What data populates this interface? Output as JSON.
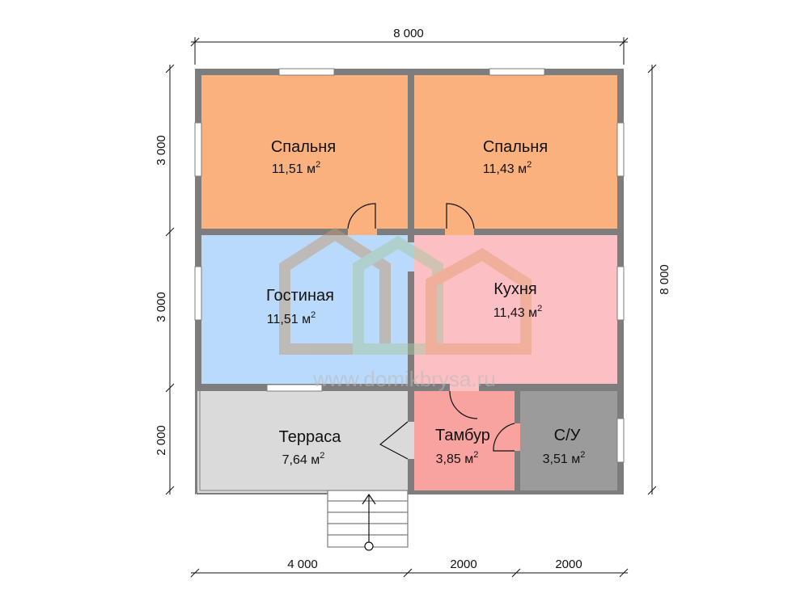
{
  "plan": {
    "dimensions": {
      "top": "8 000",
      "right": "8 000",
      "left": [
        "3 000",
        "3 000",
        "2 000"
      ],
      "bottom": [
        "4 000",
        "2000",
        "2000"
      ]
    },
    "rooms": [
      {
        "key": "bedroom1",
        "name": "Спальня",
        "area": "11,51 м",
        "unit_sup": "2",
        "color": "#FBB17E"
      },
      {
        "key": "bedroom2",
        "name": "Спальня",
        "area": "11,43 м",
        "unit_sup": "2",
        "color": "#FBB17E"
      },
      {
        "key": "living",
        "name": "Гостиная",
        "area": "11,51 м",
        "unit_sup": "2",
        "color": "#B9DAFA"
      },
      {
        "key": "kitchen",
        "name": "Кухня",
        "area": "11,43 м",
        "unit_sup": "2",
        "color": "#FCC0C4"
      },
      {
        "key": "terrace",
        "name": "Терраса",
        "area": "7,64 м",
        "unit_sup": "2",
        "color": "#DADADA"
      },
      {
        "key": "vestibule",
        "name": "Тамбур",
        "area": "3,85 м",
        "unit_sup": "2",
        "color": "#F9A3A0"
      },
      {
        "key": "bathroom",
        "name": "С/У",
        "area": "3,51 м",
        "unit_sup": "2",
        "color": "#9B9B9B"
      }
    ],
    "watermark": {
      "url": "www.domikbrysa.ru"
    },
    "colors": {
      "wall": "#7d7d7d",
      "dimension_line": "#111111"
    }
  }
}
